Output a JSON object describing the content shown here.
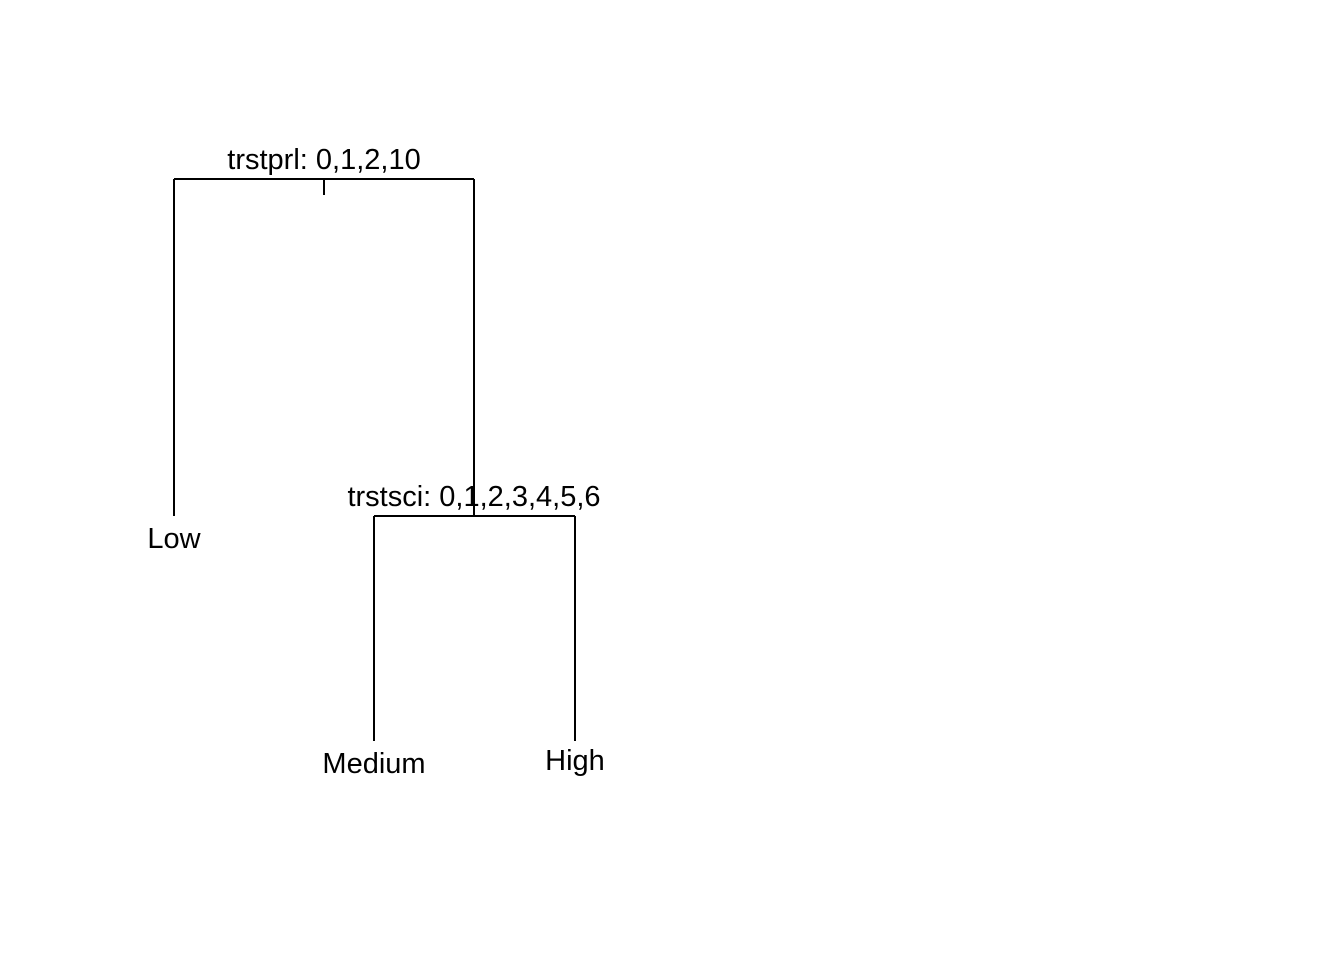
{
  "tree": {
    "root": {
      "split_label": "trstprl: 0,1,2,10",
      "left": {
        "leaf_label": "Low"
      },
      "right": {
        "split_label": "trstsci: 0,1,2,3,4,5,6",
        "left": {
          "leaf_label": "Medium"
        },
        "right": {
          "leaf_label": "High"
        }
      }
    }
  },
  "colors": {
    "line": "#000000",
    "text": "#000000",
    "background": "#ffffff"
  }
}
